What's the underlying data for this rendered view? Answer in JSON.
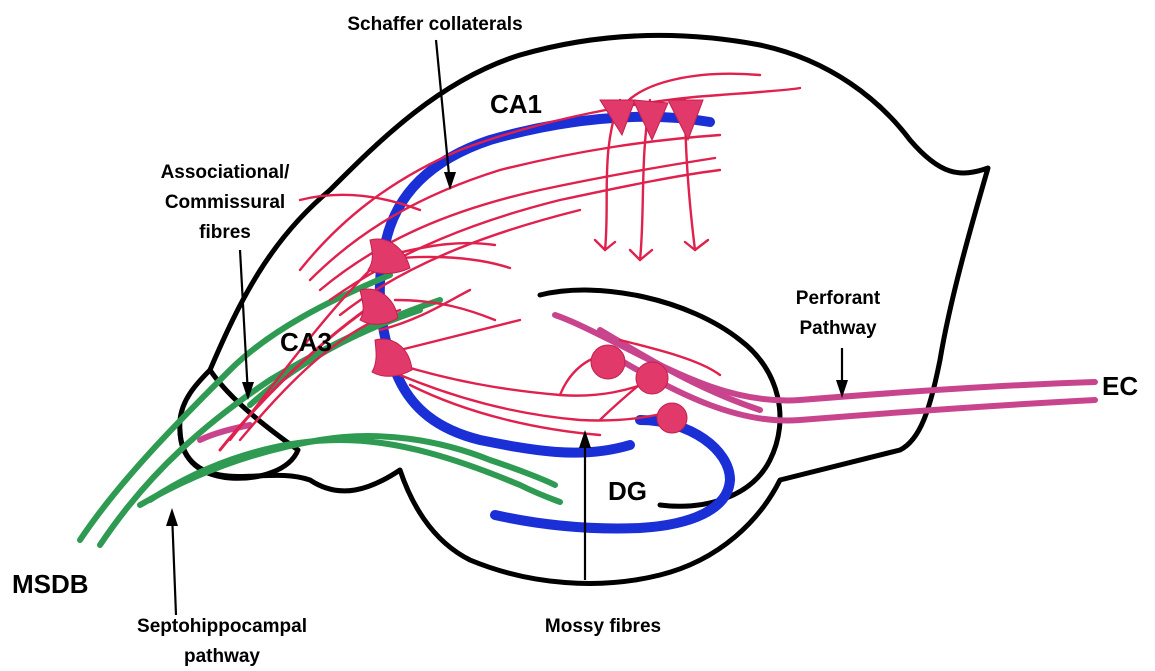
{
  "labels": {
    "schaffer": "Schaffer collaterals",
    "ca1": "CA1",
    "assoc_line1": "Associational/",
    "assoc_line2": "Commissural",
    "assoc_line3": "fibres",
    "ca3": "CA3",
    "perforant_line1": "Perforant",
    "perforant_line2": "Pathway",
    "ec": "EC",
    "dg": "DG",
    "msdb": "MSDB",
    "septo_line1": "Septohippocampal",
    "septo_line2": "pathway",
    "mossy": "Mossy fibres"
  },
  "colors": {
    "outline": "#000000",
    "cell_layer": "#1a2fd6",
    "pyramidal_and_mossy": "#e0204d",
    "septohippocampal": "#2f9a52",
    "perforant": "#c8458e"
  }
}
